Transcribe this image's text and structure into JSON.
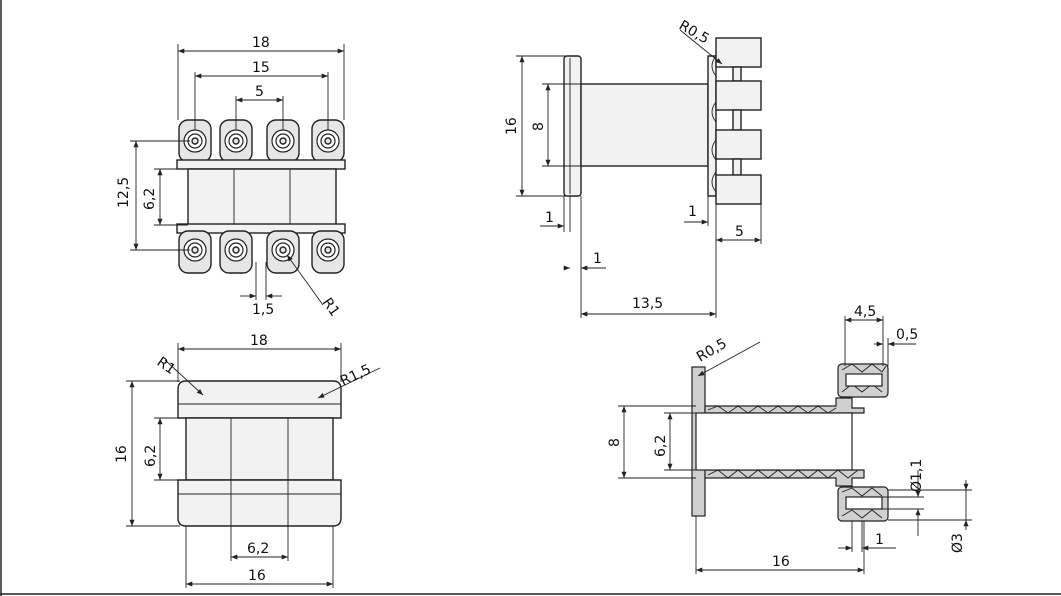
{
  "labels": {
    "top_18": "18",
    "top_15": "15",
    "top_5": "5",
    "top_12_5": "12,5",
    "top_6_2": "6,2",
    "top_1_5": "1,5",
    "top_r1": "R1",
    "side_r05": "R0,5",
    "side_16": "16",
    "side_8": "8",
    "side_1a": "1",
    "side_1b": "1",
    "side_1c": "1",
    "side_5": "5",
    "side_13_5": "13,5",
    "bot_18": "18",
    "bot_r1": "R1",
    "bot_r15": "R1,5",
    "bot_16v": "16",
    "bot_6_2v": "6,2",
    "bot_6_2h": "6,2",
    "bot_16h": "16",
    "sec_4_5": "4,5",
    "sec_0_5": "0,5",
    "sec_r05": "R0,5",
    "sec_8": "8",
    "sec_6_2": "6,2",
    "sec_d11": "Ø1,1",
    "sec_d3": "Ø3",
    "sec_1": "1",
    "sec_16": "16"
  }
}
